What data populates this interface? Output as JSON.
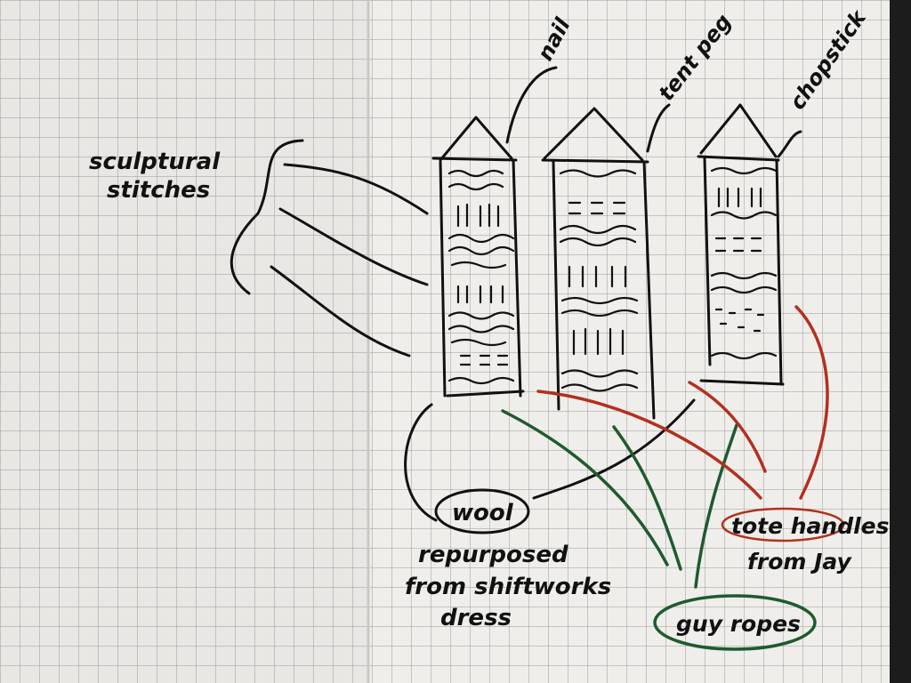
{
  "labels": {
    "sculptural": "sculptural",
    "stitches": "stitches",
    "nail": "nail",
    "tent_peg": "tent peg",
    "chopstick": "chopstick",
    "wool": "wool",
    "repurposed": "repurposed",
    "from_shiftworks": "from shiftworks",
    "dress": "dress",
    "tote_handles": "tote handles",
    "from_jay": "from Jay",
    "guy_ropes": "guy ropes"
  },
  "colors": {
    "paper": "#ecebe8",
    "grid": "#9a9a9a",
    "ink": "#111111",
    "green": "#1f5a2e",
    "red": "#b3301e"
  }
}
